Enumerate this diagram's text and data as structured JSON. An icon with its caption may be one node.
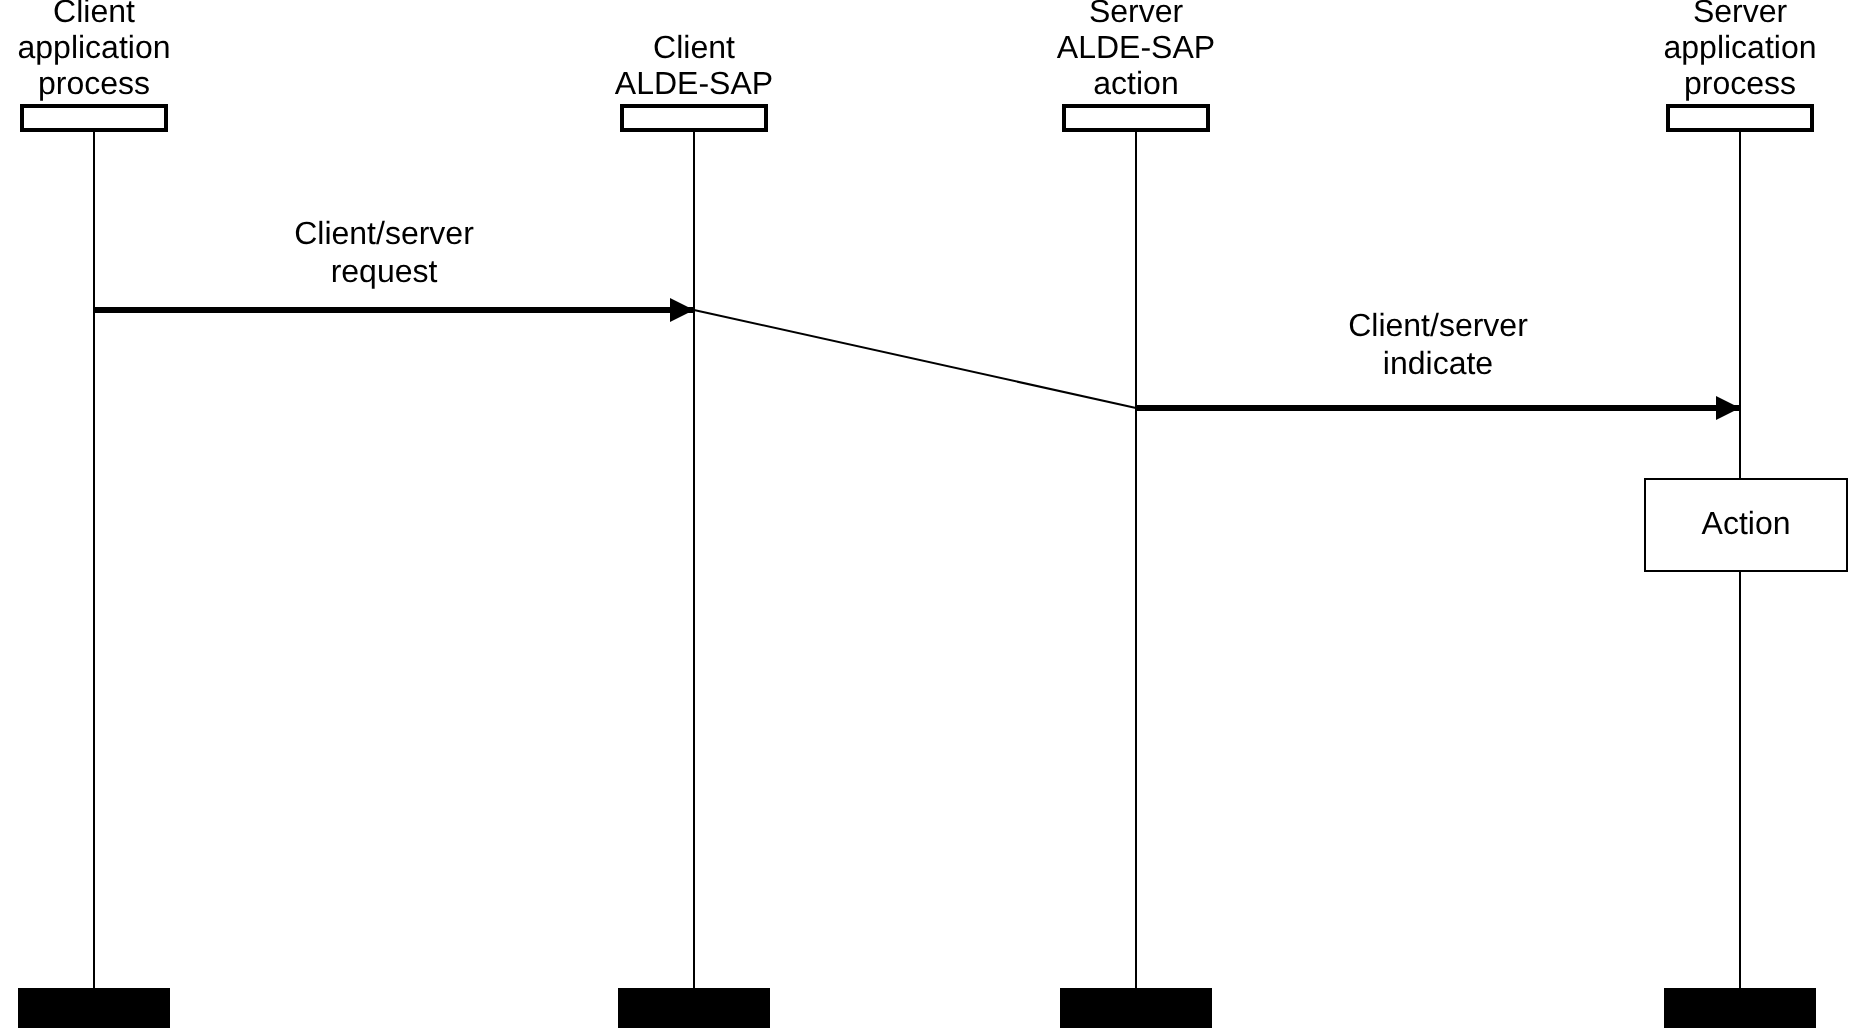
{
  "diagram": {
    "nodes": [
      {
        "text": [
          "Client application process"
        ]
      },
      {
        "text": [
          "Client ALDE-SAP"
        ]
      },
      {
        "text": [
          "Server ALDE-SAP action"
        ]
      },
      {
        "text": [
          "Server application process"
        ]
      },
      {
        "text": [
          "Action"
        ]
      },
      {
        "text": [],
        "shape": "bar"
      }
    ],
    "edges": [
      {
        "from": 0,
        "to": 1,
        "arrow": "to",
        "label": "Client/server request",
        "style": "thick"
      },
      {
        "from": 1,
        "to": 2,
        "arrow": "none"
      },
      {
        "from": 2,
        "to": 3,
        "arrow": "to",
        "label": "Client/server indicate",
        "style": "thick"
      },
      {
        "from": 4,
        "to": 5,
        "arrow": "none"
      }
    ]
  }
}
